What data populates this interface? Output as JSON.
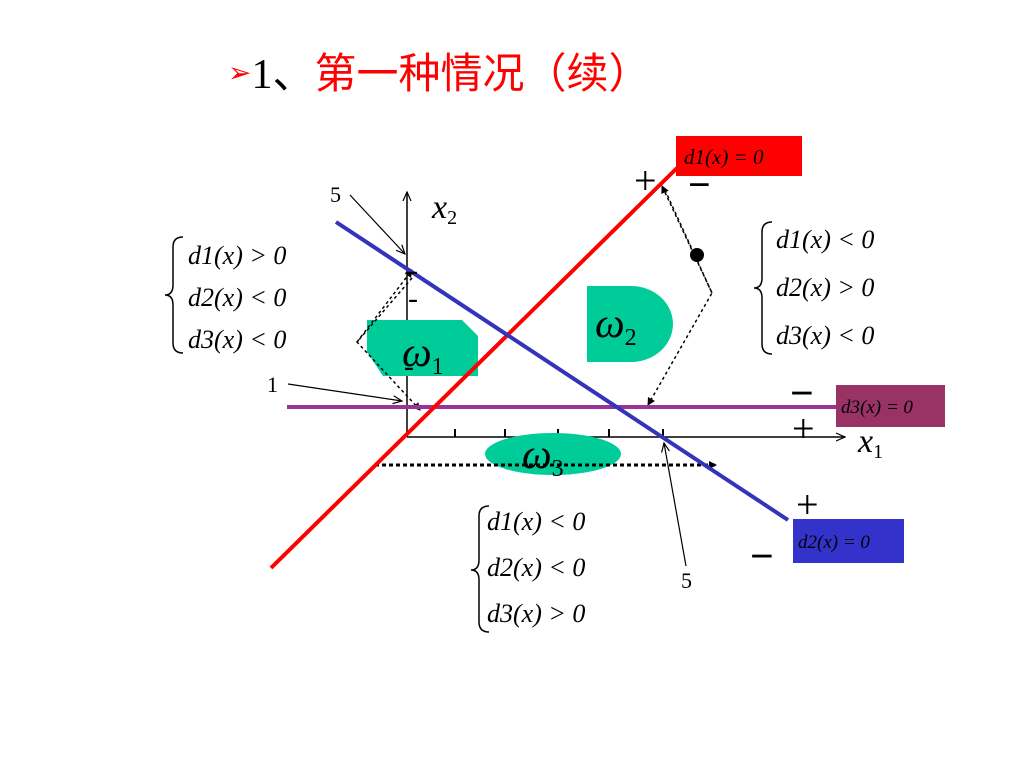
{
  "title": {
    "number": "1、",
    "text": "第一种情况（续）",
    "bullet_color": "#ff0000"
  },
  "axes": {
    "x_label": "x",
    "x_sub": "1",
    "y_label": "x",
    "y_sub": "2"
  },
  "lines": {
    "d1": {
      "color": "#ff0000",
      "label": "d1(x) = 0",
      "plus": "+",
      "minus": "−"
    },
    "d2": {
      "color": "#3333bb",
      "label": "d2(x) = 0",
      "plus": "+",
      "minus": "−"
    },
    "d3": {
      "color": "#993399",
      "label": "d3(x) = 0",
      "plus": "+",
      "minus": "−"
    }
  },
  "label_box_colors": {
    "d1": "#ff0000",
    "d2": "#3333cc",
    "d3": "#993366"
  },
  "regions": {
    "omega1": {
      "name": "ω",
      "sub": "1",
      "color": "#00cc99"
    },
    "omega2": {
      "name": "ω",
      "sub": "2",
      "color": "#00cc99"
    },
    "omega3": {
      "name": "ω",
      "sub": "3",
      "color": "#00cc99"
    }
  },
  "conditions": {
    "omega1": [
      "d1(x) > 0",
      "d2(x) < 0",
      "d3(x) < 0"
    ],
    "omega2": [
      "d1(x) < 0",
      "d2(x) > 0",
      "d3(x) < 0"
    ],
    "omega3": [
      "d1(x) < 0",
      "d2(x) < 0",
      "d3(x) > 0"
    ]
  },
  "annotations": {
    "five_top": "5",
    "one": "1",
    "five_bottom": "5"
  },
  "minus_marks": [
    "-",
    "-",
    "-"
  ]
}
